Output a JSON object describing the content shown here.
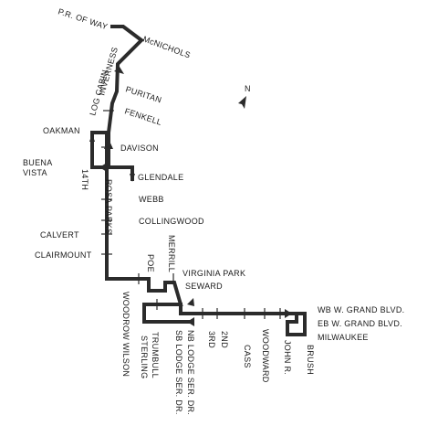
{
  "map": {
    "north_label": "N",
    "streets": {
      "pr_of_way": "P.R. OF WAY",
      "mcnichols": "McNICHOLS",
      "inverness": "INVERNESS",
      "log_cabin": "LOG CABIN",
      "puritan": "PURITAN",
      "fenkell": "FENKELL",
      "oakman": "OAKMAN",
      "davison": "DAVISON",
      "buena": "BUENA",
      "vista": "VISTA",
      "fourteenth": "14TH",
      "glendale": "GLENDALE",
      "rosa_parks": "ROSA PARKS",
      "webb": "WEBB",
      "collingwood": "COLLINGWOOD",
      "calvert": "CALVERT",
      "merrill": "MERRILL",
      "clairmount": "CLAIRMOUNT",
      "poe": "POE",
      "virginia_park": "VIRGINIA PARK",
      "seward": "SEWARD",
      "woodrow_wilson": "WOODROW WILSON",
      "wb_grand": "WB W. GRAND BLVD.",
      "eb_grand": "EB W. GRAND BLVD.",
      "milwaukee": "MILWAUKEE",
      "trumbull": "TRUMBULL",
      "sterling": "STERLING",
      "nb_lodge": "NB LODGE SER. DR.",
      "sb_lodge": "SB LODGE SER. DR.",
      "third": "3RD",
      "second": "2ND",
      "cass": "CASS",
      "woodward": "WOODWARD",
      "john_r": "JOHN R.",
      "brush": "BRUSH"
    }
  }
}
